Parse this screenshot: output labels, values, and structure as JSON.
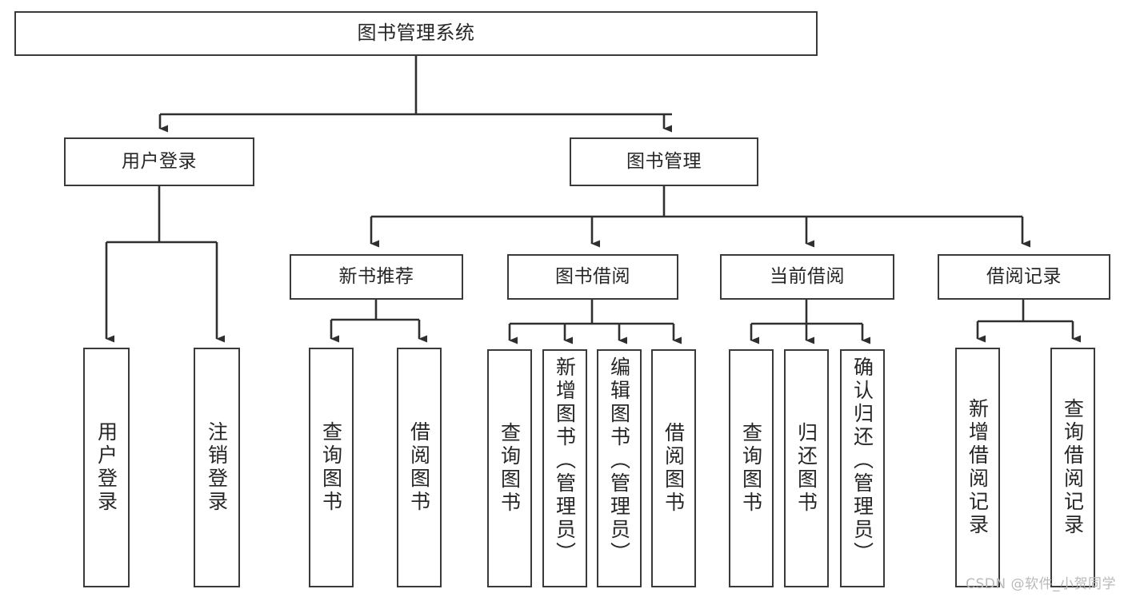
{
  "diagram": {
    "title": "图书管理系统",
    "type": "tree",
    "style": {
      "box_border_color": "#3a3a3a",
      "box_fill_color": "#ffffff",
      "edge_color": "#2f2f2f",
      "text_color": "#262626",
      "background": "#ffffff"
    },
    "watermark": "CSDN @软件_小贺同学",
    "nodes": {
      "root": {
        "label": "图书管理系统"
      },
      "level2": [
        {
          "id": "user-login",
          "label": "用户登录"
        },
        {
          "id": "book-manage",
          "label": "图书管理"
        }
      ],
      "level3": [
        {
          "id": "new-book-recommend",
          "label": "新书推荐"
        },
        {
          "id": "book-borrow",
          "label": "图书借阅"
        },
        {
          "id": "current-borrow",
          "label": "当前借阅"
        },
        {
          "id": "borrow-record",
          "label": "借阅记录"
        }
      ],
      "leaves": [
        {
          "id": "leaf-user-login",
          "label": "用户登录",
          "parent": "user-login"
        },
        {
          "id": "leaf-logout-login",
          "label": "注销登录",
          "parent": "user-login"
        },
        {
          "id": "leaf-query-book-1",
          "label": "查询图书",
          "parent": "new-book-recommend"
        },
        {
          "id": "leaf-borrow-book-1",
          "label": "借阅图书",
          "parent": "new-book-recommend"
        },
        {
          "id": "leaf-query-book-2",
          "label": "查询图书",
          "parent": "book-borrow"
        },
        {
          "id": "leaf-add-book",
          "label": "新增图书（管理员）",
          "parent": "book-borrow"
        },
        {
          "id": "leaf-edit-book",
          "label": "编辑图书（管理员）",
          "parent": "book-borrow"
        },
        {
          "id": "leaf-borrow-book-2",
          "label": "借阅图书",
          "parent": "book-borrow"
        },
        {
          "id": "leaf-query-book-3",
          "label": "查询图书",
          "parent": "current-borrow"
        },
        {
          "id": "leaf-return-book",
          "label": "归还图书",
          "parent": "current-borrow"
        },
        {
          "id": "leaf-confirm-return",
          "label": "确认归还（管理员）",
          "parent": "current-borrow"
        },
        {
          "id": "leaf-add-record",
          "label": "新增借阅记录",
          "parent": "borrow-record"
        },
        {
          "id": "leaf-query-record",
          "label": "查询借阅记录",
          "parent": "borrow-record"
        }
      ]
    }
  }
}
